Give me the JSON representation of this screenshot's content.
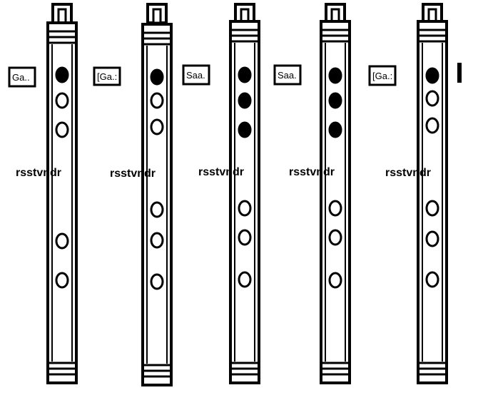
{
  "figure": {
    "ink_color": "#000000",
    "paper_color": "#ffffff",
    "flutes": [
      {
        "note_label": "Ga..",
        "body_text": "rsstvndr",
        "holes": [
          "closed",
          "open",
          "open",
          "open",
          "open",
          "open"
        ]
      },
      {
        "note_label": "[Ga.:",
        "body_text": "rsstvndr",
        "holes": [
          "closed",
          "open",
          "open",
          "open",
          "open",
          "open"
        ]
      },
      {
        "note_label": "Saa.",
        "body_text": "rsstvndr",
        "holes": [
          "closed",
          "closed",
          "closed",
          "open",
          "open",
          "open"
        ]
      },
      {
        "note_label": "Saa.",
        "body_text": "rsstvndr",
        "holes": [
          "closed",
          "closed",
          "closed",
          "open",
          "open",
          "open"
        ]
      },
      {
        "note_label": "[Ga.:",
        "body_text": "rsstvndr",
        "holes": [
          "closed",
          "open",
          "open",
          "open",
          "open",
          "open"
        ]
      }
    ]
  }
}
